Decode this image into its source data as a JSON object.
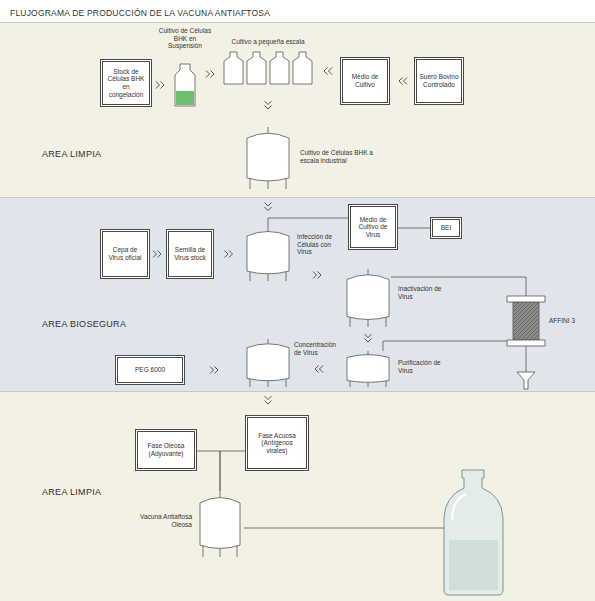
{
  "diagram": {
    "title": "FLUJOGRAMA DE PRODUCCIÓN DE LA VACUNA ANTIAFTOSA",
    "nodes": [
      {
        "text": [
          "AREA LIMPIA"
        ]
      },
      {
        "text": [
          "Stock de Células BHK en congelación"
        ],
        "in": 0
      },
      {
        "text": [
          "Cultivo de Células BHK en Suspensión"
        ],
        "in": 0
      },
      {
        "text": [
          "Cultivo a pequeña escala"
        ],
        "in": 0
      },
      {
        "text": [
          "Medio de Cultivo"
        ],
        "in": 0
      },
      {
        "text": [
          "Suero Bovino Controlado"
        ],
        "in": 0
      },
      {
        "text": [
          "Cultivo de Células BHK a escala industrial"
        ],
        "in": 0
      },
      {
        "text": [
          "AREA BIOSEGURA"
        ]
      },
      {
        "text": [
          "Cepa de Virus oficial"
        ],
        "in": 7
      },
      {
        "text": [
          "Semilla de Virus stock"
        ],
        "in": 7
      },
      {
        "text": [
          "Infección de Células con Virus"
        ],
        "in": 7
      },
      {
        "text": [
          "Medio de Cultivo de Virus"
        ],
        "in": 7
      },
      {
        "text": [
          "BEI"
        ],
        "in": 7
      },
      {
        "text": [
          "Inactivación de Virus"
        ],
        "in": 7
      },
      {
        "text": [
          "AFFINI 3"
        ],
        "in": 7
      },
      {
        "text": [
          "Purificación de Virus"
        ],
        "in": 7
      },
      {
        "text": [
          "Concentración de Virus"
        ],
        "in": 7
      },
      {
        "text": [
          "PEG 6000"
        ],
        "in": 7
      },
      {
        "text": [
          "AREA LIMPIA"
        ]
      },
      {
        "text": [
          "Fase Oleosa (Adyuvante)"
        ],
        "in": 18
      },
      {
        "text": [
          "Fase Acuosa (Antígenos virales)"
        ],
        "in": 18
      },
      {
        "text": [
          "Vacuna Antiaftosa Oleosa"
        ],
        "in": 18
      }
    ],
    "edges": [
      {
        "from": 1,
        "to": 2,
        "arrow": "to"
      },
      {
        "from": 2,
        "to": 3,
        "arrow": "to"
      },
      {
        "from": 4,
        "to": 3,
        "arrow": "to"
      },
      {
        "from": 5,
        "to": 4,
        "arrow": "to"
      },
      {
        "from": 3,
        "to": 6,
        "arrow": "to"
      },
      {
        "from": 6,
        "to": 10,
        "arrow": "to"
      },
      {
        "from": 8,
        "to": 9,
        "arrow": "to"
      },
      {
        "from": 9,
        "to": 10,
        "arrow": "to"
      },
      {
        "from": 11,
        "to": 10,
        "arrow": "none"
      },
      {
        "from": 12,
        "to": 11,
        "arrow": "none"
      },
      {
        "from": 10,
        "to": 13,
        "arrow": "to"
      },
      {
        "from": 13,
        "to": 14,
        "arrow": "none"
      },
      {
        "from": 14,
        "to": 15,
        "arrow": "none"
      },
      {
        "from": 13,
        "to": 15,
        "arrow": "to"
      },
      {
        "from": 15,
        "to": 16,
        "arrow": "to"
      },
      {
        "from": 17,
        "to": 16,
        "arrow": "to"
      },
      {
        "from": 16,
        "to": 20,
        "arrow": "to"
      },
      {
        "from": 19,
        "to": 21,
        "arrow": "none"
      },
      {
        "from": 20,
        "to": 21,
        "arrow": "none"
      }
    ]
  }
}
